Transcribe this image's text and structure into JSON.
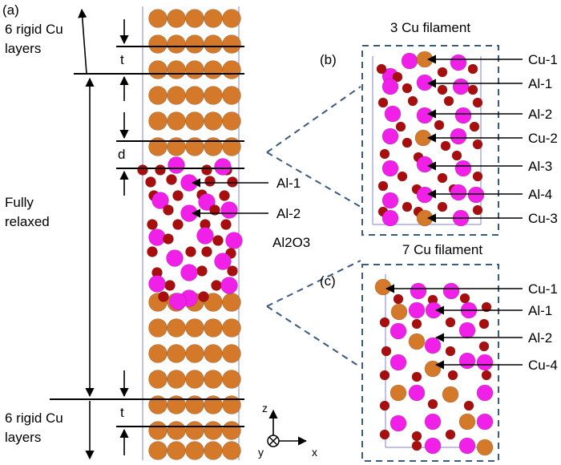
{
  "panel_a": {
    "tag": "(a)",
    "top_rigid_line1": "6 rigid Cu",
    "top_rigid_line2": "layers",
    "relaxed_line1": "Fully",
    "relaxed_line2": "relaxed",
    "bottom_rigid_line1": "6 rigid Cu",
    "bottom_rigid_line2": "layers",
    "t_top": "t",
    "d_label": "d",
    "t_bottom": "t",
    "al1": "Al-1",
    "al2": "Al-2",
    "oxide": "Al2O3"
  },
  "panel_b": {
    "title": "3 Cu filament",
    "tag": "(b)",
    "labels": [
      "Cu-1",
      "Al-1",
      "Al-2",
      "Cu-2",
      "Al-3",
      "Al-4",
      "Cu-3"
    ]
  },
  "panel_c": {
    "title": "7 Cu filament",
    "tag": "(c)",
    "labels": [
      "Cu-1",
      "Al-1",
      "Al-2",
      "Cu-4"
    ]
  },
  "axes": {
    "z": "z",
    "y": "y",
    "x": "x"
  },
  "colors": {
    "cu": "#D4782A",
    "al": "#F020E8",
    "o": "#A80E0E",
    "box": "#3A5A80",
    "cell": "#8080D0"
  }
}
